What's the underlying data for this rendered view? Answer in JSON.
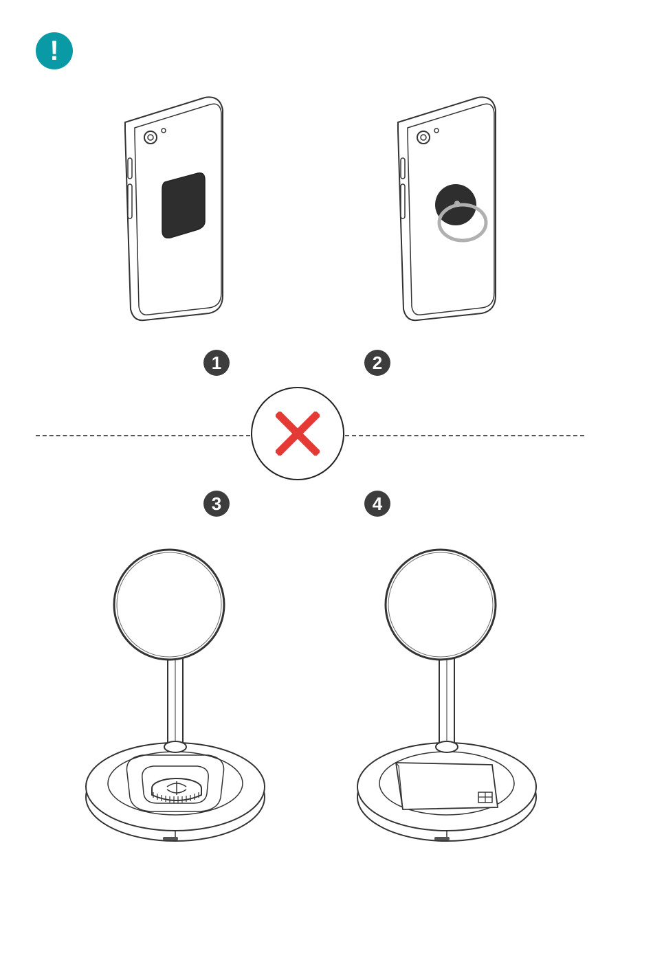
{
  "warning": {
    "glyph": "!",
    "color": "#0a9aa6",
    "icon": "exclamation-icon"
  },
  "steps": [
    {
      "number": "1",
      "illustration": "phone-with-square-metal-plate"
    },
    {
      "number": "2",
      "illustration": "phone-with-ring-holder"
    },
    {
      "number": "3",
      "illustration": "charger-with-coin"
    },
    {
      "number": "4",
      "illustration": "charger-with-card"
    }
  ],
  "prohibited": {
    "icon": "red-x-icon",
    "color": "#e53935"
  },
  "colors": {
    "step_badge": "#3d3d3d",
    "line_art": "#333333",
    "dark_fill": "#2e2e2e",
    "ring": "#b0b0b0"
  }
}
